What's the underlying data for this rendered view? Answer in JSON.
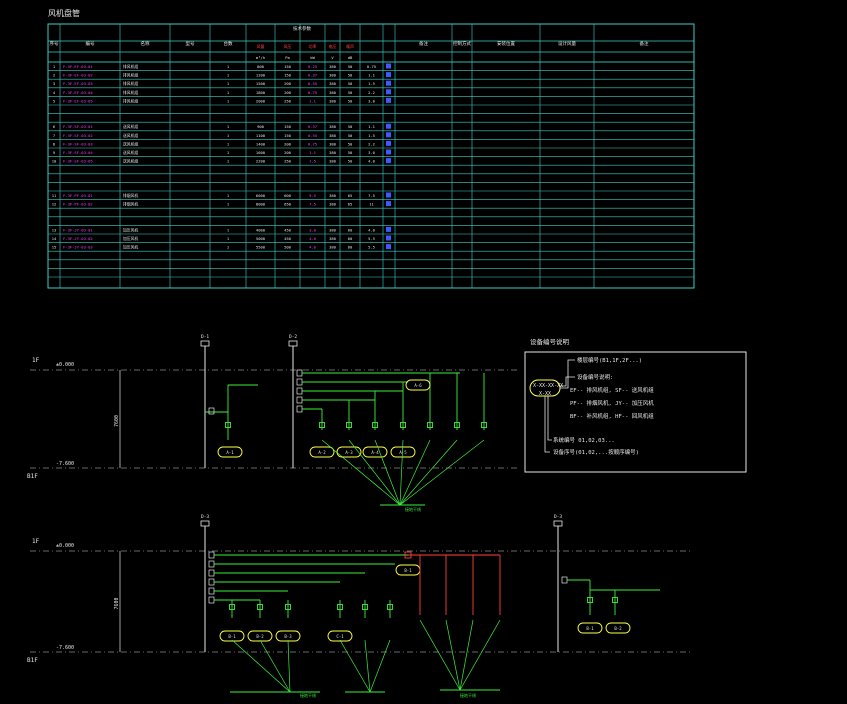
{
  "colors": {
    "background": "#000000",
    "grid": "#3cd0c8",
    "white": "#e6e6e6",
    "magenta": "#ff3cff",
    "yellow": "#ffff4a",
    "green": "#3cf03c",
    "red": "#ff4040",
    "blue": "#3c5aff",
    "dash": "#8a8a8a"
  },
  "table": {
    "title": "风机盘管",
    "header_main": [
      "序号",
      "编号",
      "名称",
      "型号",
      "台数",
      "",
      "",
      "",
      "",
      "",
      "",
      "",
      "备注",
      "控制方式",
      "安装位置",
      "设计风量",
      "备注"
    ],
    "header_group": [
      "技术参数",
      "风量",
      "风压",
      "功率",
      "电压",
      "噪声"
    ],
    "header_units": [
      "",
      "",
      "",
      "",
      "",
      "m³/h",
      "Pa",
      "kW",
      "V",
      "dB",
      "",
      "",
      "",
      "",
      "",
      "",
      ""
    ],
    "rows": [
      [
        "1",
        "F-3F-EF-03-01",
        "排风机组",
        "",
        "1",
        "800",
        "150",
        "0.25",
        "380",
        "50",
        "0.75",
        "",
        "",
        "",
        "",
        "",
        ""
      ],
      [
        "2",
        "F-3F-EF-03-02",
        "排风机组",
        "",
        "1",
        "1200",
        "150",
        "0.37",
        "380",
        "50",
        "1.1",
        "",
        "",
        "",
        "",
        "",
        ""
      ],
      [
        "3",
        "F-3F-EF-03-03",
        "排风机组",
        "",
        "1",
        "1500",
        "200",
        "0.55",
        "380",
        "50",
        "1.5",
        "",
        "",
        "",
        "",
        "",
        ""
      ],
      [
        "4",
        "F-3F-EF-03-04",
        "排风机组",
        "",
        "1",
        "1800",
        "200",
        "0.75",
        "380",
        "50",
        "2.2",
        "",
        "",
        "",
        "",
        "",
        ""
      ],
      [
        "5",
        "F-3F-EF-03-05",
        "排风机组",
        "",
        "1",
        "2000",
        "250",
        "1.1",
        "380",
        "50",
        "3.0",
        "",
        "",
        "",
        "",
        "",
        ""
      ],
      [
        "6",
        "F-3F-SF-03-01",
        "送风机组",
        "",
        "1",
        "900",
        "150",
        "0.37",
        "380",
        "50",
        "1.1",
        "",
        "",
        "",
        "",
        "",
        ""
      ],
      [
        "7",
        "F-3F-SF-03-02",
        "送风机组",
        "",
        "1",
        "1100",
        "150",
        "0.55",
        "380",
        "50",
        "1.5",
        "",
        "",
        "",
        "",
        "",
        ""
      ],
      [
        "8",
        "F-3F-SF-03-03",
        "送风机组",
        "",
        "1",
        "1400",
        "200",
        "0.75",
        "380",
        "50",
        "2.2",
        "",
        "",
        "",
        "",
        "",
        ""
      ],
      [
        "9",
        "F-3F-SF-03-04",
        "送风机组",
        "",
        "1",
        "1600",
        "200",
        "1.1",
        "380",
        "50",
        "3.0",
        "",
        "",
        "",
        "",
        "",
        ""
      ],
      [
        "10",
        "F-3F-SF-03-05",
        "送风机组",
        "",
        "1",
        "2200",
        "250",
        "1.5",
        "380",
        "50",
        "4.0",
        "",
        "",
        "",
        "",
        "",
        ""
      ],
      [
        "11",
        "F-3F-PF-03-01",
        "排烟风机",
        "",
        "1",
        "6000",
        "600",
        "5.5",
        "380",
        "65",
        "7.5",
        "",
        "",
        "",
        "",
        "",
        ""
      ],
      [
        "12",
        "F-3F-PF-03-02",
        "排烟风机",
        "",
        "1",
        "8000",
        "650",
        "7.5",
        "380",
        "65",
        "11",
        "",
        "",
        "",
        "",
        "",
        ""
      ],
      [
        "13",
        "F-3F-JY-03-01",
        "加压风机",
        "",
        "1",
        "4000",
        "450",
        "3.0",
        "380",
        "60",
        "4.0",
        "",
        "",
        "",
        "",
        "",
        ""
      ],
      [
        "14",
        "F-3F-JY-03-02",
        "加压风机",
        "",
        "1",
        "5000",
        "450",
        "4.0",
        "380",
        "60",
        "5.5",
        "",
        "",
        "",
        "",
        "",
        ""
      ],
      [
        "15",
        "F-3F-JY-03-03",
        "加压风机",
        "",
        "1",
        "5500",
        "500",
        "4.0",
        "380",
        "60",
        "5.5",
        "",
        "",
        "",
        "",
        "",
        ""
      ]
    ]
  },
  "diagrams": {
    "level_1f": "1F",
    "level_b1f": "B1F",
    "elev_top": "±0.000",
    "elev_bottom": "-7.600",
    "height_dim": "7600",
    "section_a_tag": "D-1",
    "section_b_tag": "D-2",
    "section_c_tag": "D-3",
    "node_tags": [
      "A-1",
      "A-2",
      "A-3",
      "A-4",
      "A-5",
      "A-6",
      "B-1",
      "B-2",
      "B-3",
      "C-1"
    ],
    "bottom_note_1": "接地干线",
    "bottom_note_2": "接地干线",
    "bottom_note_3": "接地干线"
  },
  "legend": {
    "title": "设备编号说明",
    "tag": "X-XX-XX-XX",
    "subtag": "X-XX",
    "lines": [
      "楼层编号(B1,1F,2F...)",
      "设备编号说明:",
      "EF-- 排风机组, SF-- 送风机组",
      "PF-- 排烟风机, JY-- 加压风机",
      "BF-- 补风机组, HF-- 回风机组",
      "系统编号 01,02,03...",
      "设备序号(01,02,...按顺序编号)"
    ]
  }
}
